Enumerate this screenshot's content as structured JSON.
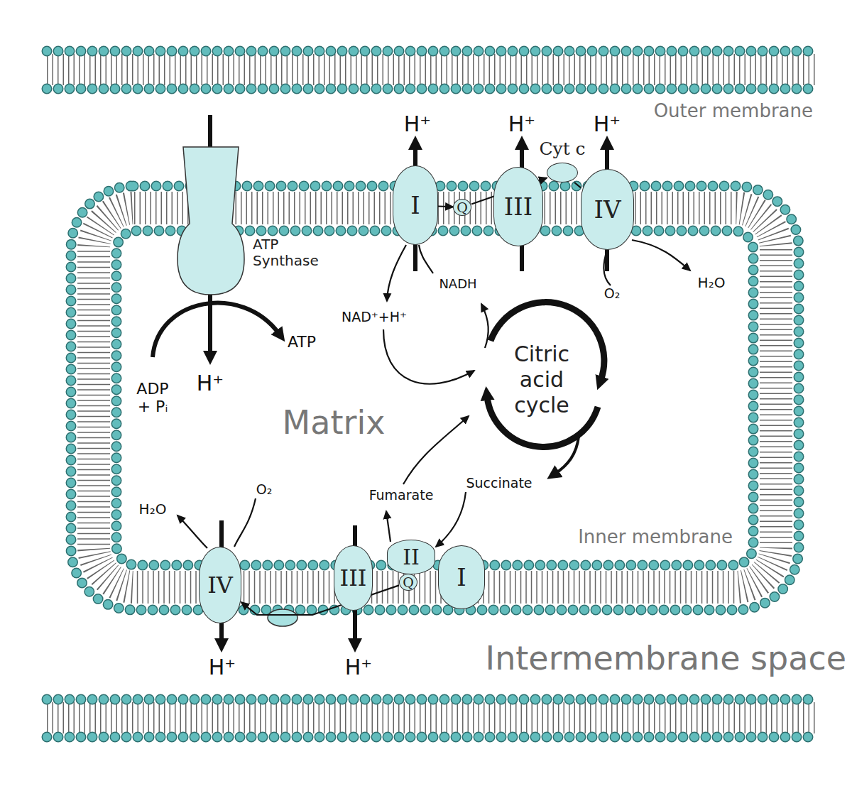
{
  "diagram": {
    "nodes": [
      {
        "text": [
          "ATP Synthase"
        ]
      },
      {
        "text": [
          "I"
        ]
      },
      {
        "text": [
          "Q"
        ]
      },
      {
        "text": [
          "III"
        ]
      },
      {
        "text": [
          "Cyt c"
        ]
      },
      {
        "text": [
          "IV"
        ]
      },
      {
        "text": [
          "Citric acid cycle"
        ]
      },
      {
        "text": [
          "II"
        ]
      },
      {
        "text": [
          "Q"
        ]
      },
      {
        "text": [
          "III"
        ]
      },
      {
        "text": [
          "IV"
        ]
      },
      {
        "text": [
          "I"
        ]
      }
    ],
    "edges": [
      {
        "from": 1,
        "to": 2,
        "arrow": "to"
      },
      {
        "from": 2,
        "to": 4,
        "arrow": "to"
      },
      {
        "from": 4,
        "to": 5,
        "arrow": "none"
      },
      {
        "from": 7,
        "to": 8,
        "arrow": "to"
      },
      {
        "from": 8,
        "to": 10,
        "arrow": "to"
      }
    ],
    "labels": [
      "Outer membrane",
      "H⁺",
      "H⁺",
      "H⁺",
      "NADH",
      "NAD⁺+H⁺",
      "O₂",
      "H₂O",
      "H⁺",
      "ATP",
      "ADP + Pᵢ",
      "Matrix",
      "Fumarate",
      "Succinate",
      "Inner membrane",
      "O₂",
      "H₂O",
      "H⁺",
      "H⁺",
      "Intermembrane space"
    ]
  }
}
